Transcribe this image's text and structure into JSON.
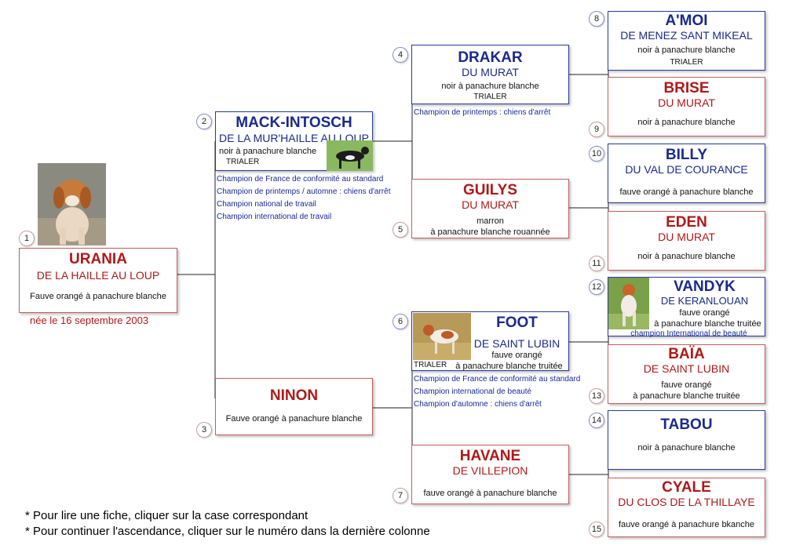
{
  "dogs": {
    "d1": {
      "num": "1",
      "name": "URANIA",
      "affix": "DE LA HAILLE AU LOUP",
      "color": "Fauve orangé à panachure blanche",
      "birth": "née le 16 septembre 2003"
    },
    "d2": {
      "num": "2",
      "name": "MACK-INTOSCH",
      "affix": "DE LA MUR'HAILLE AU LOUP",
      "color": "noir à panachure blanche",
      "trial": "TRIALER",
      "titles": [
        "Champion de France de conformité au standard",
        "Champion de printemps / automne : chiens d'arrêt",
        "Champion national de travail",
        "Champion international de travail"
      ]
    },
    "d3": {
      "num": "3",
      "name": "NINON",
      "color": "Fauve orangé à panachure blanche"
    },
    "d4": {
      "num": "4",
      "name": "DRAKAR",
      "affix": "DU MURAT",
      "color": "noir à panachure blanche",
      "trial": "TRIALER",
      "titles": [
        "Champion de printemps  : chiens d'arrêt"
      ]
    },
    "d5": {
      "num": "5",
      "name": "GUILYS",
      "affix": "DU MURAT",
      "color1": "marron",
      "color2": "à panachure blanche rouannée"
    },
    "d6": {
      "num": "6",
      "name": "FOOT",
      "affix": "DE SAINT LUBIN",
      "color1": "fauve orangé",
      "color2": "à panachure blanche truitée",
      "trial": "TRIALER",
      "titles": [
        "Champion de France de conformité au standard",
        "Champion international de beauté",
        "Champion d'automne : chiens d'arrêt"
      ]
    },
    "d7": {
      "num": "7",
      "name": "HAVANE",
      "affix": "DE VILLEPION",
      "color": "fauve orangé à panachure blanche"
    },
    "d8": {
      "num": "8",
      "name": "A'MOI",
      "affix": "DE MENEZ SANT MIKEAL",
      "color": "noir à panachure blanche",
      "trial": "TRIALER"
    },
    "d9": {
      "num": "9",
      "name": "BRISE",
      "affix": "DU MURAT",
      "color": "noir à panachure blanche"
    },
    "d10": {
      "num": "10",
      "name": "BILLY",
      "affix": "DU VAL DE COURANCE",
      "color": "fauve orangé à panachure blanche"
    },
    "d11": {
      "num": "11",
      "name": "EDEN",
      "affix": "DU MURAT",
      "color": "noir à panachure blanche"
    },
    "d12": {
      "num": "12",
      "name": "VANDYK",
      "affix": "DE KERANLOUAN",
      "color1": "fauve orangé",
      "color2": "à panachure blanche truitée",
      "title": "champion International de beauté"
    },
    "d13": {
      "num": "13",
      "name": "BAÏA",
      "affix": "DE SAINT LUBIN",
      "color1": "fauve orangé",
      "color2": "à panachure blanche truitée"
    },
    "d14": {
      "num": "14",
      "name": "TABOU",
      "color": "noir à panachure blanche"
    },
    "d15": {
      "num": "15",
      "name": "CYALE",
      "affix": "DU CLOS DE LA THILLAYE",
      "color": "fauve orangé à panachure bkanche"
    }
  },
  "notes": [
    "* Pour lire une fiche, cliquer sur la case correspondant",
    "* Pour continuer l'ascendance, cliquer sur le numéro dans la dernière colonne"
  ],
  "colors": {
    "male": "#1a2a8a",
    "female": "#b01818",
    "titles": "#1a2a9a"
  }
}
